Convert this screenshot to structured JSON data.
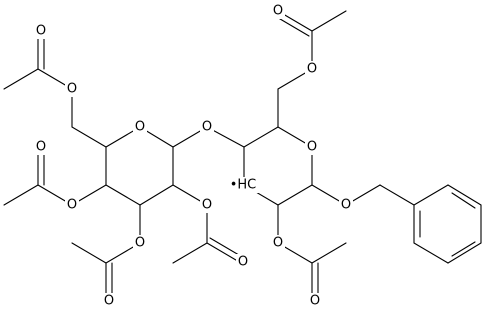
{
  "diagram": {
    "type": "chemical-structure",
    "colors": {
      "bond": "#000000",
      "label": "#000000",
      "background": "#ffffff"
    },
    "atom_labels": {
      "ring_oxygen_left": "O",
      "glycosidic_oxygen": "O",
      "ring_oxygen_right": "O",
      "radical_carbon": "•HC",
      "benzyl_oxygen": "O",
      "acetate_right_top_ester_o": "O",
      "acetate_right_top_carbonyl_o": "O",
      "acetate_left_top_ester_o": "O",
      "acetate_left_top_carbonyl_o": "O",
      "acetate_left_c4_ester_o": "O",
      "acetate_left_c4_carbonyl_o": "O",
      "acetate_left_c3_ester_o": "O",
      "acetate_left_c3_carbonyl_o": "O",
      "acetate_left_c2_ester_o": "O",
      "acetate_left_c2_carbonyl_o": "O",
      "acetate_right_c2_ester_o": "O",
      "acetate_right_c2_carbonyl_o": "O"
    }
  }
}
